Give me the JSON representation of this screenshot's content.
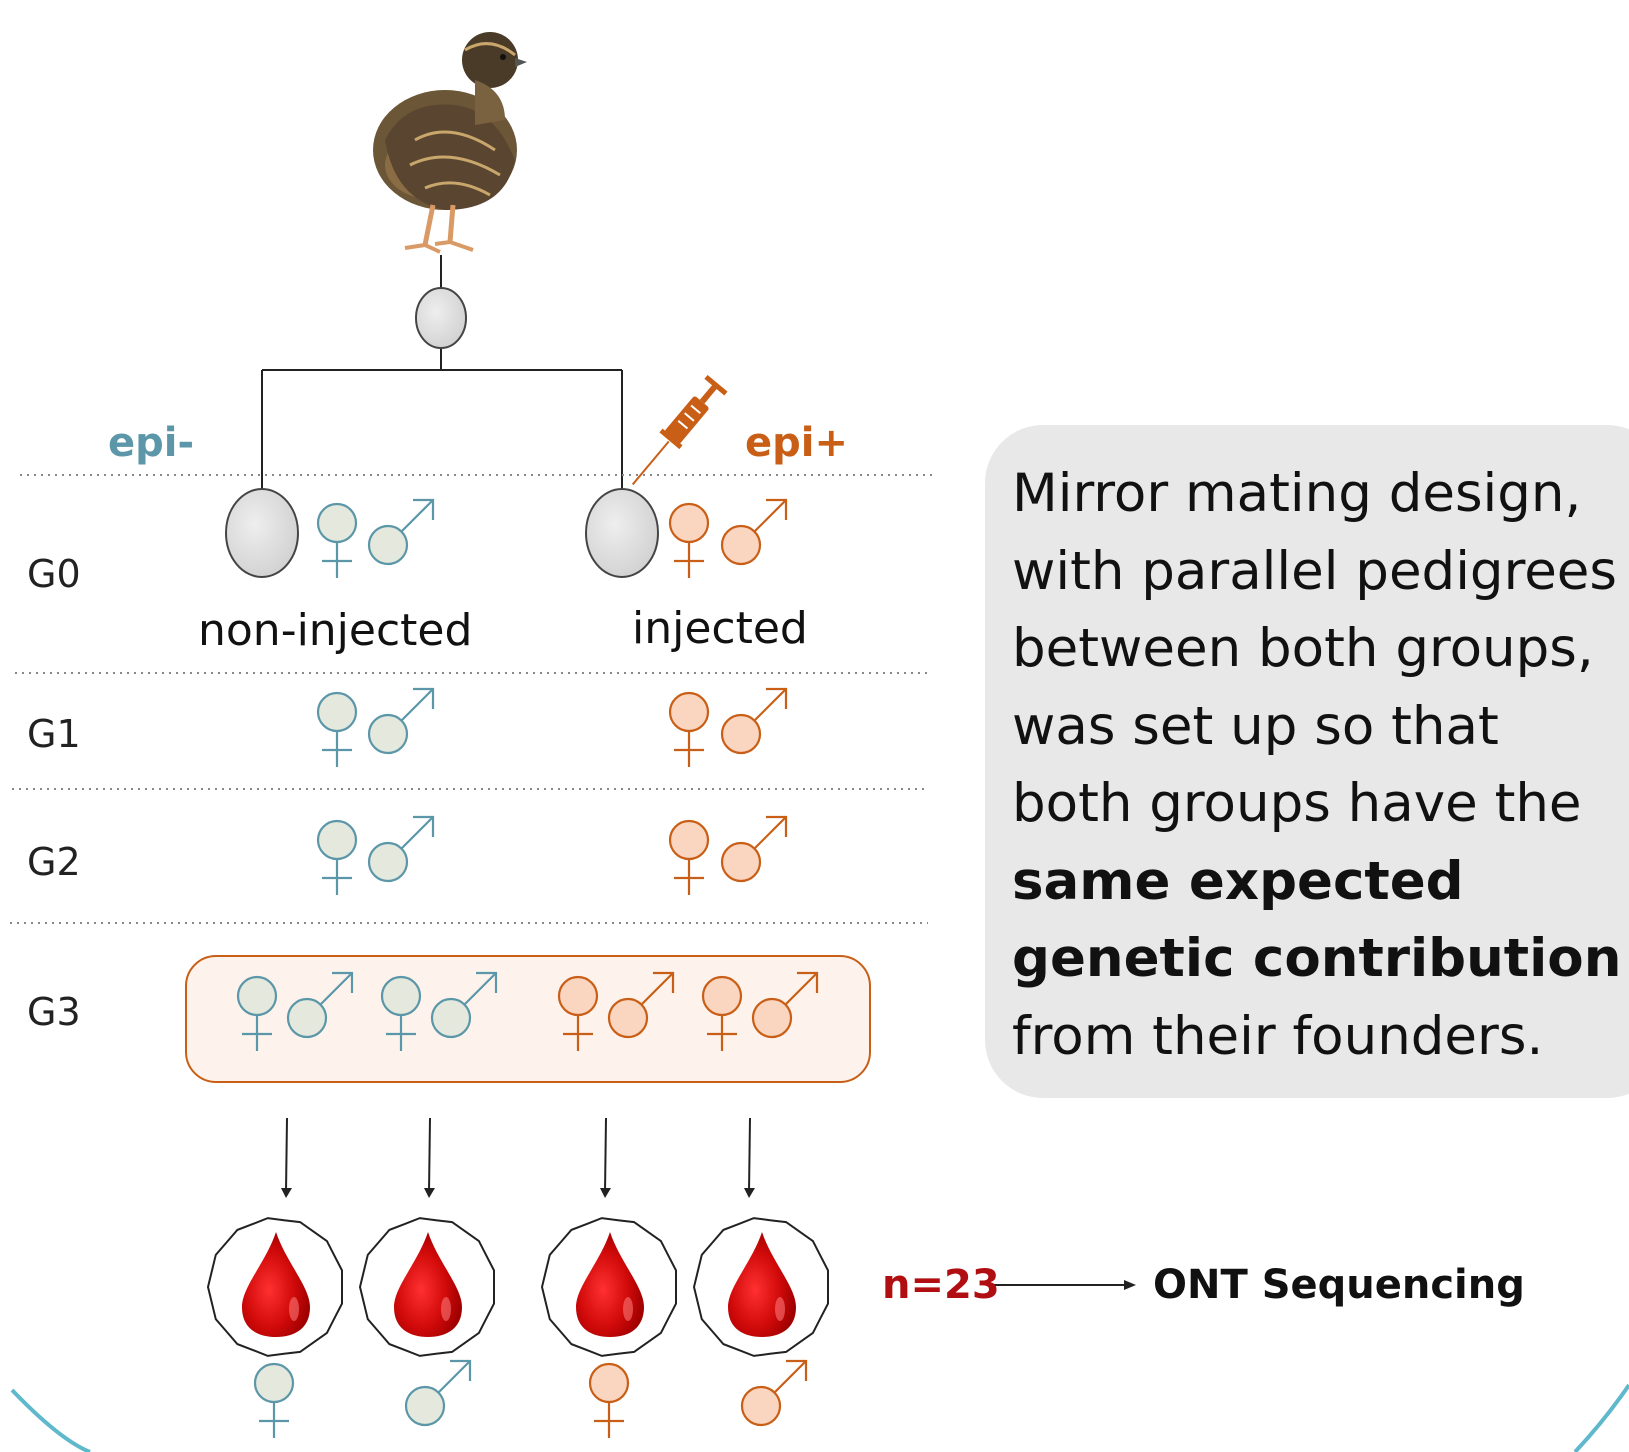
{
  "labels": {
    "epi_minus": "epi-",
    "epi_plus": "epi+",
    "non_injected": "non-injected",
    "injected": "injected",
    "generations": [
      "G0",
      "G1",
      "G2",
      "G3"
    ],
    "n_count": "n=23",
    "ont": "ONT Sequencing"
  },
  "note": {
    "part1": "Mirror mating design, with parallel pedigrees between both groups, was set up so that both groups have the ",
    "bold": "same expected genetic contribution",
    "part2": " from their founders."
  },
  "colors": {
    "blue": "#5b97a8",
    "blue_fill": "#e5e8dd",
    "orange": "#c95f17",
    "orange_fill": "#fad5c0",
    "n_red": "#b10e12",
    "blood": "#d10a0a",
    "circle_border": "#5fb8cc",
    "note_bg": "#e8e8e8"
  },
  "icons": [
    "quail",
    "egg",
    "syringe",
    "female-symbol",
    "male-symbol",
    "blood-drop"
  ]
}
